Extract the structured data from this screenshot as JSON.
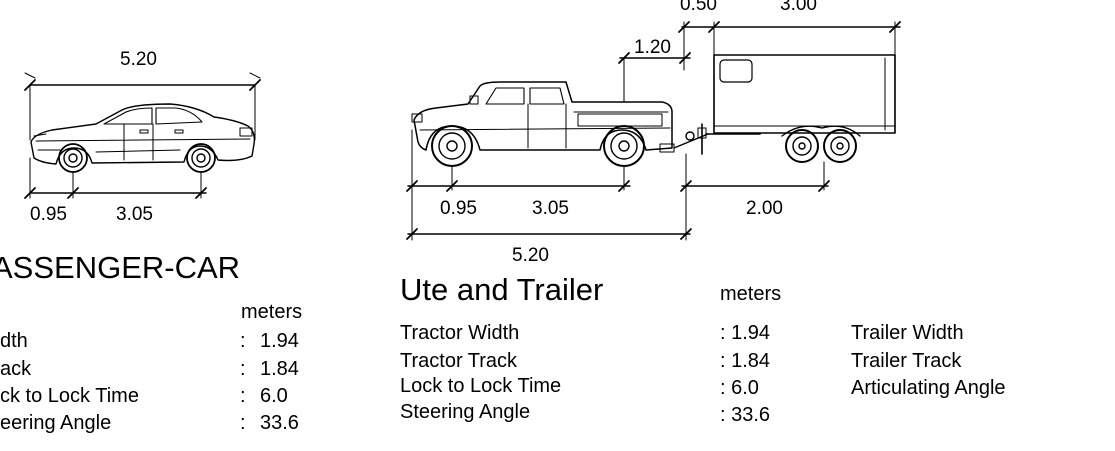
{
  "car": {
    "length": "5.20",
    "front_overhang": "0.95",
    "wheelbase": "3.05",
    "title": "ASSENGER-CAR",
    "units": "meters",
    "specs": [
      {
        "label": "dth",
        "sep": ":",
        "value": "1.94"
      },
      {
        "label": "ack",
        "sep": ":",
        "value": "1.84"
      },
      {
        "label": "ck to Lock Time",
        "sep": ":",
        "value": "6.0"
      },
      {
        "label": "eering Angle",
        "sep": ":",
        "value": "33.6"
      }
    ]
  },
  "ute": {
    "dim_050": "0.50",
    "dim_300": "3.00",
    "dim_120": "1.20",
    "front_overhang": "0.95",
    "wheelbase": "3.05",
    "trailer_wheelbase": "2.00",
    "length": "5.20",
    "title": "Ute and Trailer",
    "units": "meters",
    "specs": [
      {
        "label": "Tractor Width",
        "value": ": 1.94"
      },
      {
        "label": "Tractor Track",
        "value": ": 1.84"
      },
      {
        "label": "Lock to Lock Time",
        "value": ": 6.0"
      },
      {
        "label": "Steering Angle",
        "value": ": 33.6"
      }
    ],
    "trailer_specs": [
      {
        "label": "Trailer Width"
      },
      {
        "label": "Trailer Track"
      },
      {
        "label": "Articulating Angle"
      }
    ]
  }
}
